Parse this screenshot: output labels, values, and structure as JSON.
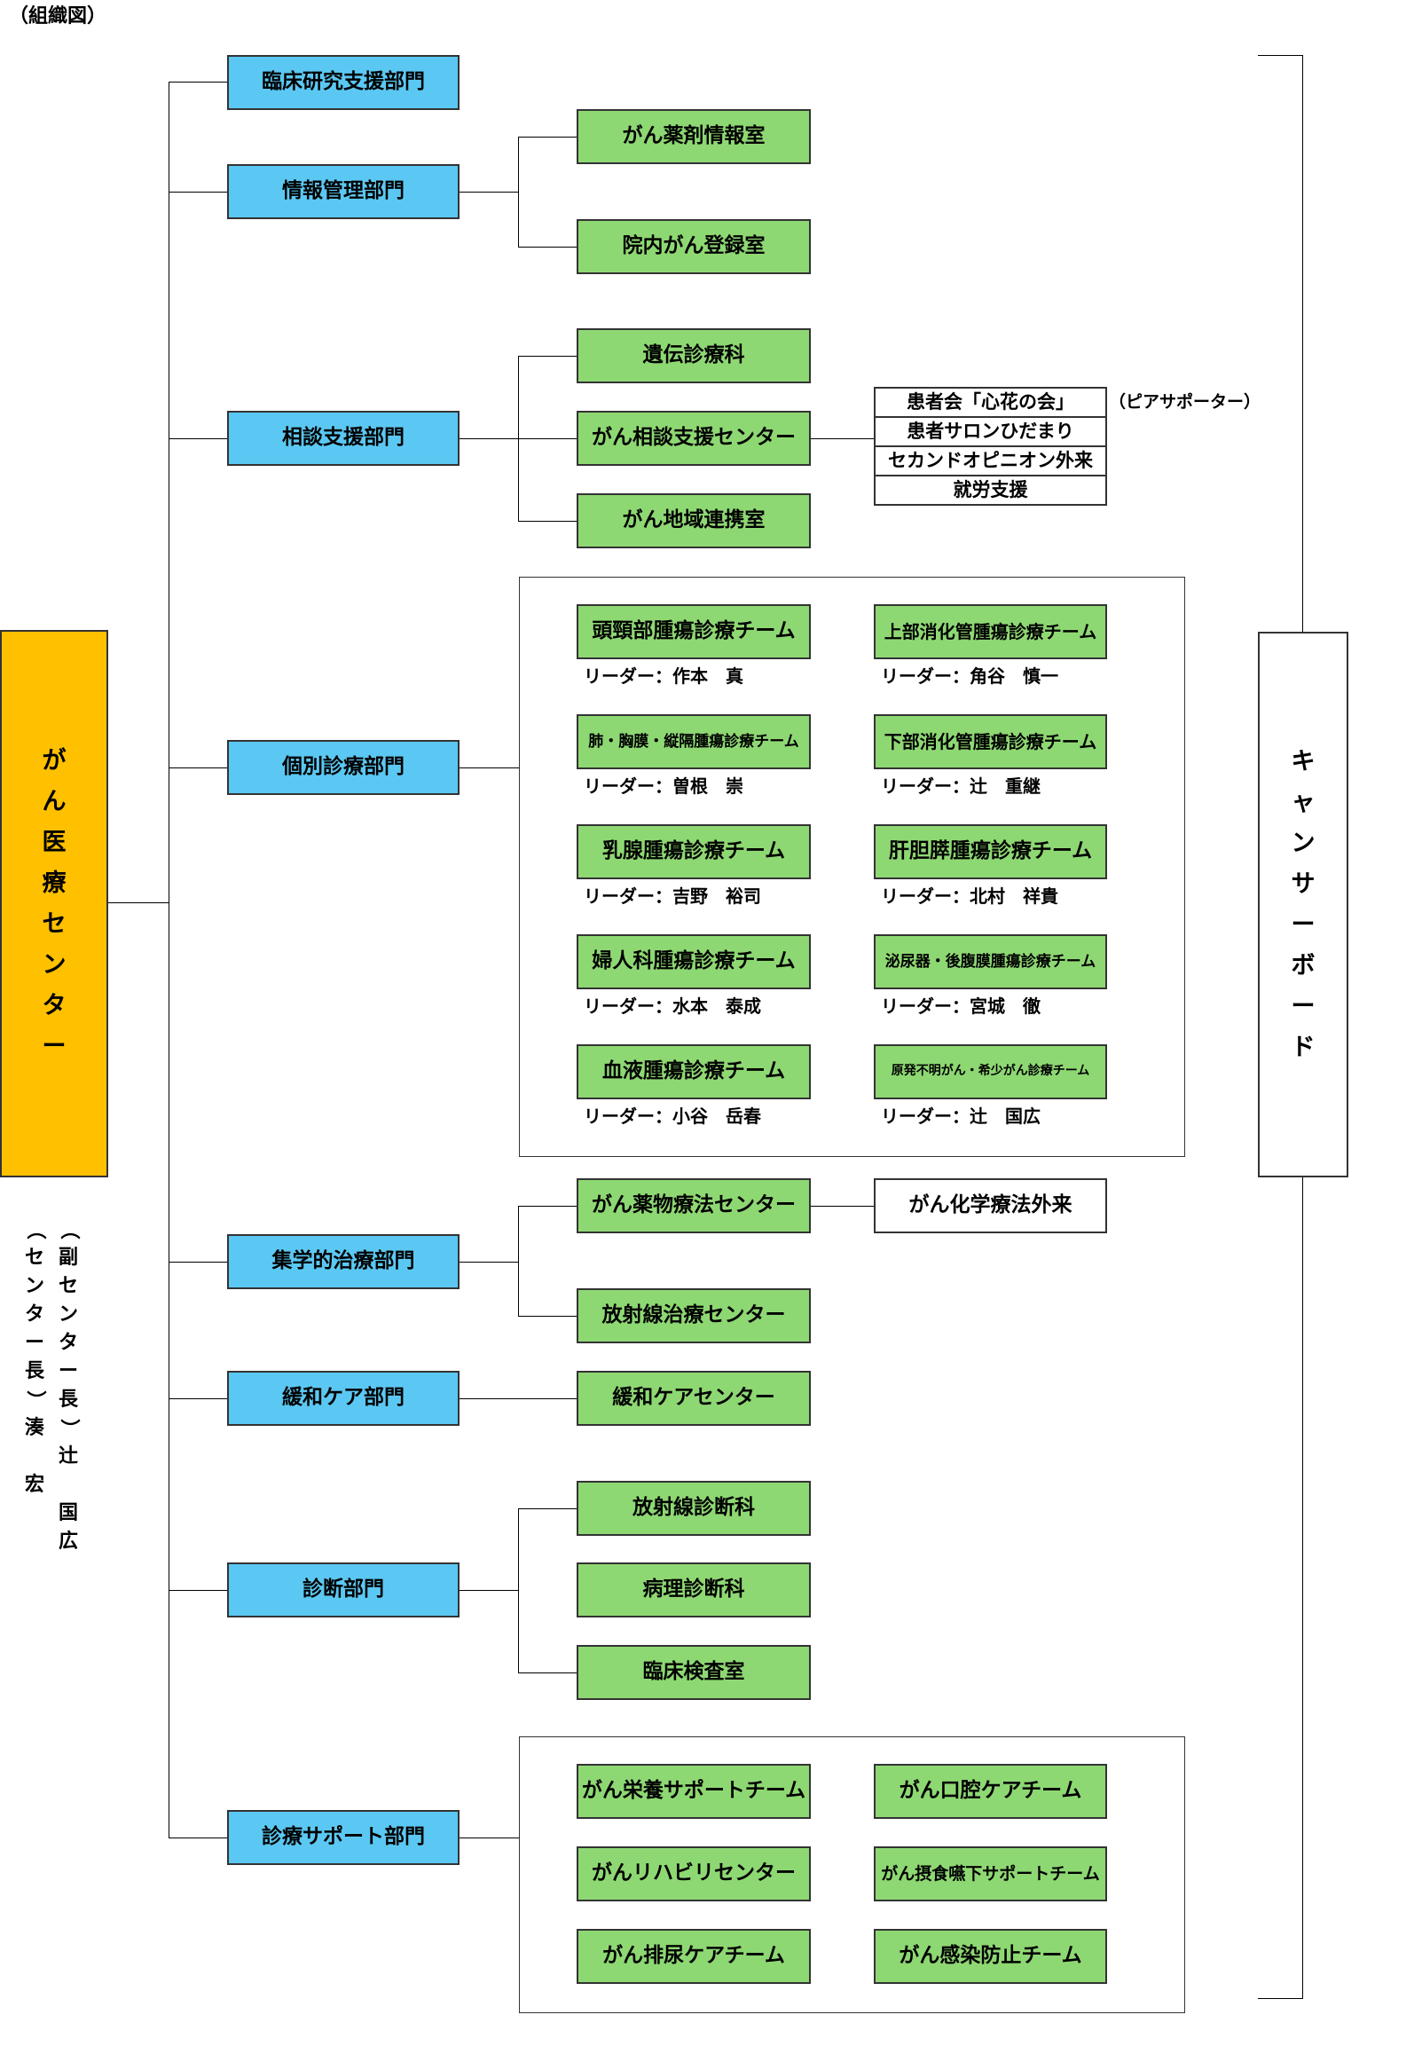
{
  "page_title": "（組織図）",
  "center": {
    "name": "がん医療センター"
  },
  "directors": {
    "vice": "（副センター長）辻　国広",
    "director": "（センター長）湊　宏"
  },
  "cancer_board": "キャンサーボード",
  "departments": [
    {
      "name": "臨床研究支援部門"
    },
    {
      "name": "情報管理部門",
      "units": [
        "がん薬剤情報室",
        "院内がん登録室"
      ]
    },
    {
      "name": "相談支援部門",
      "units": [
        "遺伝診療科",
        "がん相談支援センター",
        "がん地域連携室"
      ],
      "consult_services": [
        "患者会「心花の会」",
        "患者サロンひだまり",
        "セカンドオピニオン外来",
        "就労支援"
      ],
      "peer_note": "（ピアサポーター）"
    },
    {
      "name": "個別診療部門",
      "teams": [
        {
          "name": "頭頸部腫瘍診療チーム",
          "leader": "リーダー：作本　真"
        },
        {
          "name": "上部消化管腫瘍診療チーム",
          "leader": "リーダー：角谷　慎一"
        },
        {
          "name": "肺・胸膜・縦隔腫瘍診療チーム",
          "leader": "リーダー：曽根　崇"
        },
        {
          "name": "下部消化管腫瘍診療チーム",
          "leader": "リーダー：辻　重継"
        },
        {
          "name": "乳腺腫瘍診療チーム",
          "leader": "リーダー：吉野　裕司"
        },
        {
          "name": "肝胆膵腫瘍診療チーム",
          "leader": "リーダー：北村　祥貴"
        },
        {
          "name": "婦人科腫瘍診療チーム",
          "leader": "リーダー：水本　泰成"
        },
        {
          "name": "泌尿器・後腹膜腫瘍診療チーム",
          "leader": "リーダー：宮城　徹"
        },
        {
          "name": "血液腫瘍診療チーム",
          "leader": "リーダー：小谷　岳春"
        },
        {
          "name": "原発不明がん・希少がん診療チーム",
          "leader": "リーダー：辻　国広"
        }
      ]
    },
    {
      "name": "集学的治療部門",
      "units": [
        "がん薬物療法センター",
        "放射線治療センター"
      ],
      "chemo_clinic": "がん化学療法外来"
    },
    {
      "name": "緩和ケア部門",
      "units": [
        "緩和ケアセンター"
      ]
    },
    {
      "name": "診断部門",
      "units": [
        "放射線診断科",
        "病理診断科",
        "臨床検査室"
      ]
    },
    {
      "name": "診療サポート部門",
      "teams": [
        "がん栄養サポートチーム",
        "がん口腔ケアチーム",
        "がんリハビリセンター",
        "がん摂食嚥下サポートチーム",
        "がん排尿ケアチーム",
        "がん感染防止チーム"
      ]
    }
  ],
  "colors": {
    "department": "#5bc8f3",
    "unit": "#8ed873",
    "center": "#ffc000"
  }
}
